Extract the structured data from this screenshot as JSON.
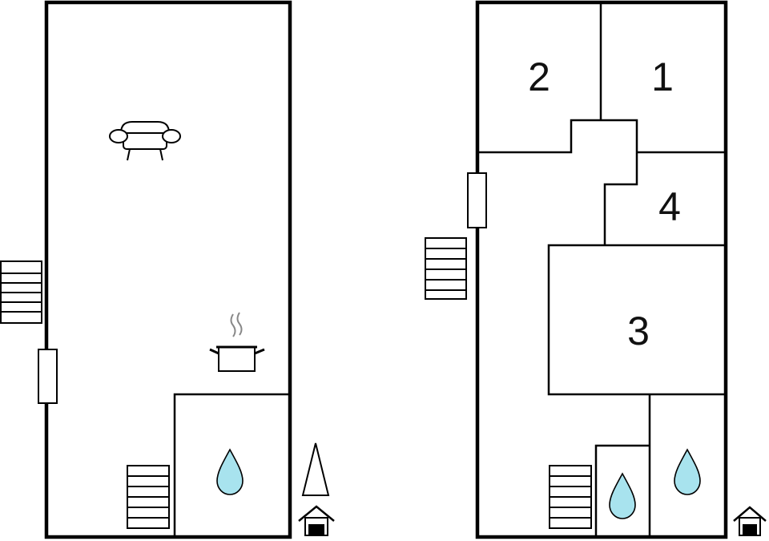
{
  "floor_left": {
    "name": "floor-plan-ground-floor",
    "icons": [
      "sofa-icon",
      "cooking-pot-icon",
      "water-drop-icon",
      "staircase-icon",
      "compass-north-icon",
      "entrance-house-icon"
    ]
  },
  "floor_right": {
    "name": "floor-plan-upper-floor",
    "rooms": [
      {
        "label": "2"
      },
      {
        "label": "1"
      },
      {
        "label": "4"
      },
      {
        "label": "3"
      }
    ],
    "icons": [
      "water-drop-icon",
      "water-drop-icon",
      "staircase-icon",
      "entrance-house-icon"
    ]
  },
  "colors": {
    "wall": "#000000",
    "water": "#a8e3ee",
    "steam": "#888888"
  }
}
